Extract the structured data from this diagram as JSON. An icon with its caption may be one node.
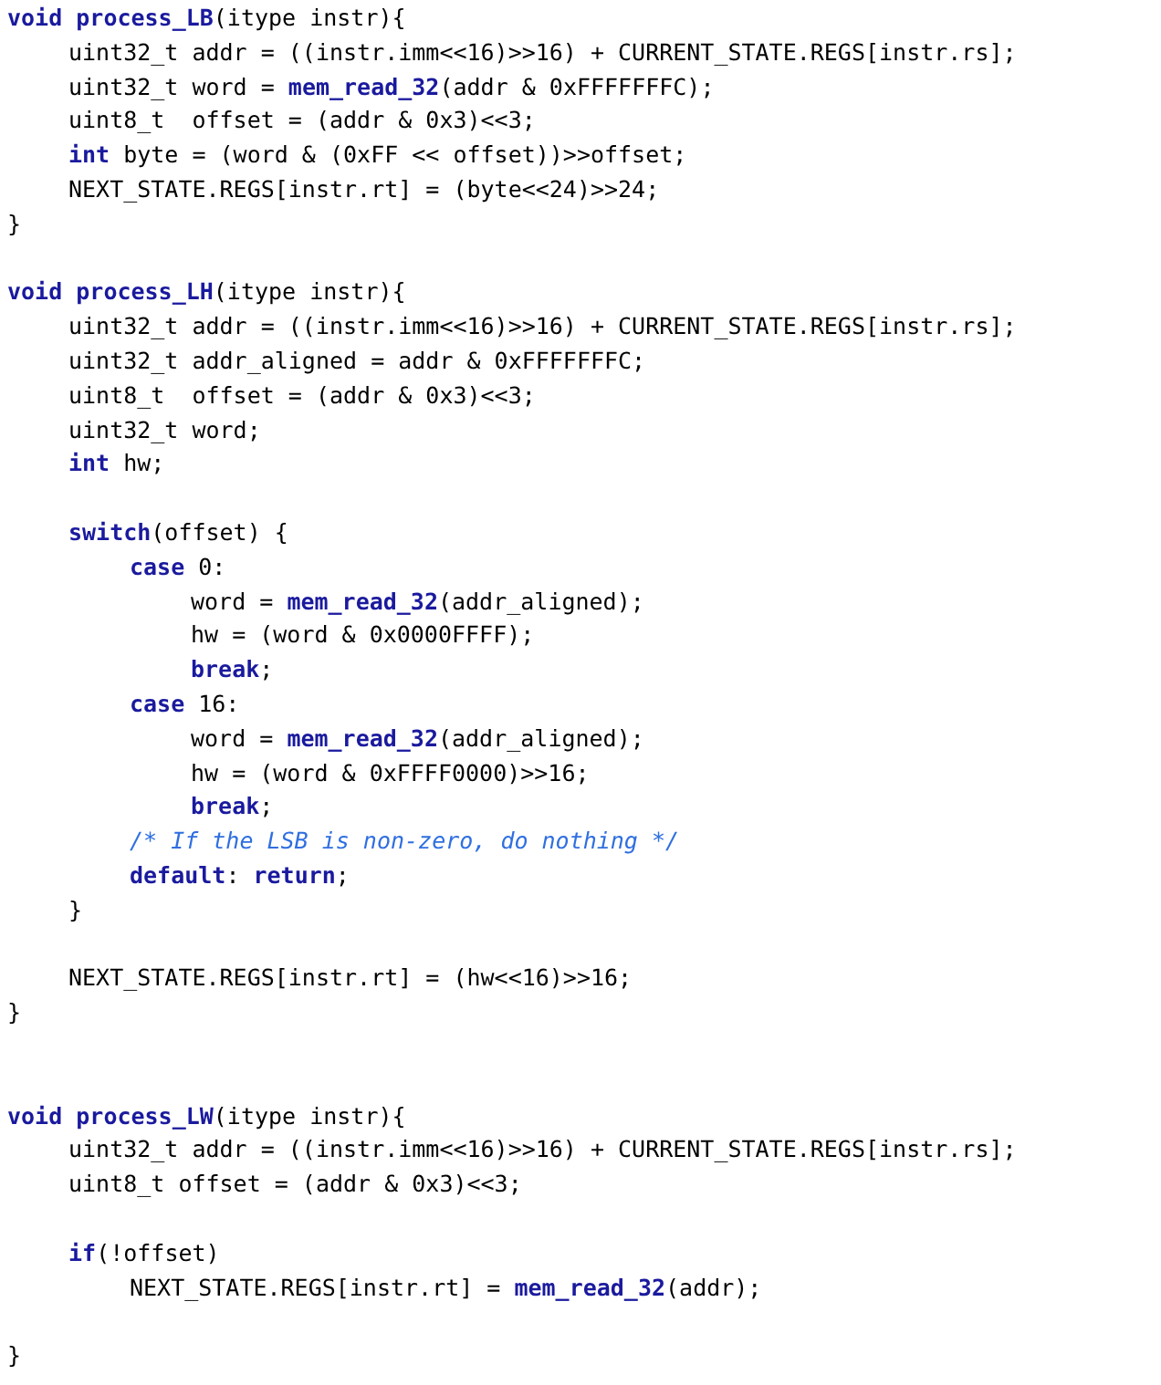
{
  "diagram": {
    "labels": [
      "**void** **process_LB**(itype instr){",
      "uint32_t addr = ((instr.imm<<16)>>16) + CURRENT_STATE.REGS[instr.rs];",
      "uint32_t word = **mem_read_32**(addr & 0xFFFFFFFC);",
      "uint8_t  offset = (addr & 0x3)<<3;",
      "**int** byte = (word & (0xFF << offset))>>offset;",
      "NEXT_STATE.REGS[instr.rt] = (byte<<24)>>24;",
      "}",
      "**void** **process_LH**(itype instr){",
      "uint32_t addr = ((instr.imm<<16)>>16) + CURRENT_STATE.REGS[instr.rs];",
      "uint32_t addr_aligned = addr & 0xFFFFFFFC;",
      "uint8_t  offset = (addr & 0x3)<<3;",
      "uint32_t word;",
      "**int** hw;",
      "**switch**(offset) {",
      "**case** 0:",
      "word = **mem_read_32**(addr_aligned);",
      "hw = (word & 0x0000FFFF);",
      "**break**;",
      "**case** 16:",
      "word = **mem_read_32**(addr_aligned);",
      "hw = (word & 0xFFFF0000)>>16;",
      "**break**;",
      "/* If the LSB is non-zero, do nothing */",
      "**default**: **return**;",
      "}",
      "NEXT_STATE.REGS[instr.rt] = (hw<<16)>>16;",
      "}",
      "**void** **process_LW**(itype instr){",
      "uint32_t addr = ((instr.imm<<16)>>16) + CURRENT_STATE.REGS[instr.rs];",
      "uint8_t offset = (addr & 0x3)<<3;",
      "**if**(!offset)",
      "NEXT_STATE.REGS[instr.rt] = **mem_read_32**(addr);",
      "}"
    ]
  }
}
